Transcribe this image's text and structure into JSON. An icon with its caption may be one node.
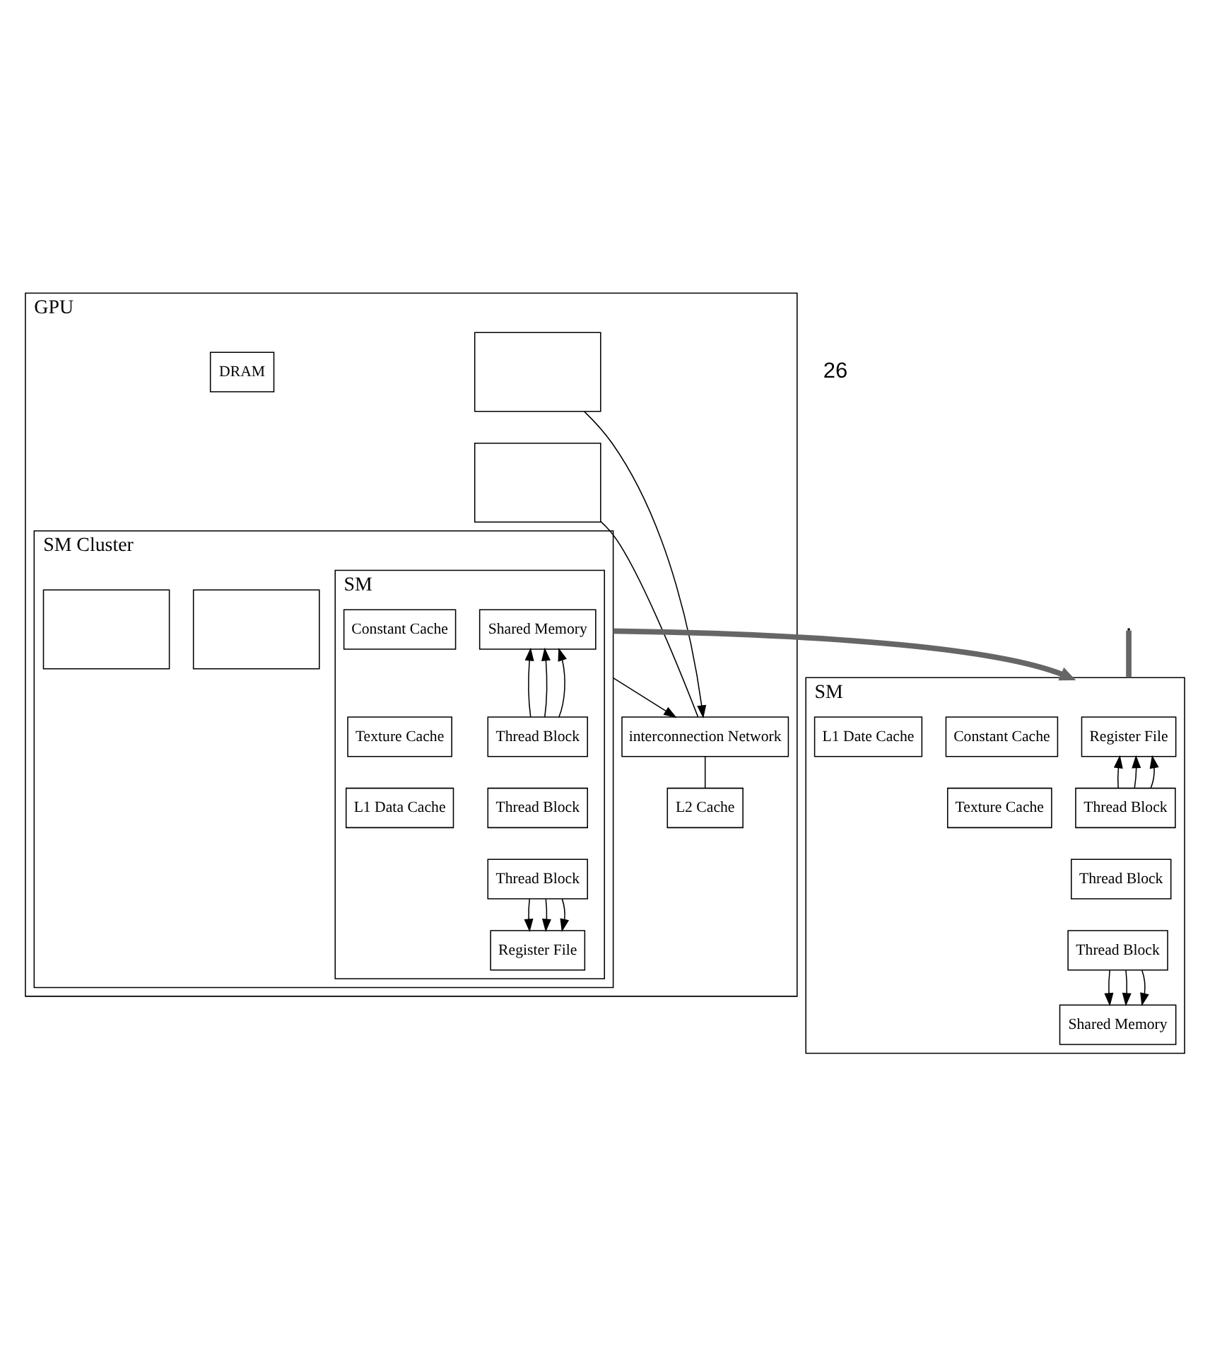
{
  "diagram": {
    "nodes": [
      {
        "text": [
          "GPU"
        ]
      },
      {
        "text": [],
        "shape": "box",
        "in": 0
      },
      {
        "text": [],
        "shape": "box",
        "in": 0
      },
      {
        "text": [
          "SM Cluster"
        ],
        "in": 0
      },
      {
        "text": [],
        "shape": "box",
        "in": 3
      },
      {
        "text": [],
        "shape": "box",
        "in": 3
      },
      {
        "text": [
          "SM"
        ],
        "in": 3
      },
      {
        "text": [
          "Shared Memory"
        ],
        "in": 6
      },
      {
        "text": [
          "Thread Block"
        ],
        "in": 6
      },
      {
        "text": [
          "Thread Block"
        ],
        "in": 6
      },
      {
        "text": [
          "Thread Block"
        ],
        "in": 6
      },
      {
        "text": [
          "Register File"
        ],
        "in": 6
      },
      {
        "text": [
          "Constant Cache"
        ],
        "in": 6
      },
      {
        "text": [
          "Texture Cache"
        ],
        "in": 6
      },
      {
        "text": [
          "L1 Data Cache"
        ],
        "in": 6
      },
      {
        "text": [
          "interconnection Network"
        ],
        "in": 0
      },
      {
        "text": [
          "L2 Cache"
        ],
        "in": 0
      },
      {
        "text": [
          "DRAM"
        ],
        "in": 0
      },
      {
        "text": [
          "SM"
        ]
      },
      {
        "text": [
          "Register File"
        ],
        "in": 18
      },
      {
        "text": [
          "Thread Block"
        ],
        "in": 18
      },
      {
        "text": [
          "Thread Block"
        ],
        "in": 18
      },
      {
        "text": [
          "Thread Block"
        ],
        "in": 18
      },
      {
        "text": [
          "Constant Cache"
        ],
        "in": 18
      },
      {
        "text": [
          "Texture Cache"
        ],
        "in": 18
      },
      {
        "text": [
          "Shared Memory"
        ],
        "in": 18
      },
      {
        "text": [
          "L1 Date Cache"
        ],
        "in": 18
      }
    ],
    "edges": [
      {
        "from": 8,
        "to": 7,
        "arrow": "to"
      },
      {
        "from": 8,
        "to": 7,
        "arrow": "to"
      },
      {
        "from": 8,
        "to": 7,
        "arrow": "to"
      },
      {
        "from": 10,
        "to": 11,
        "arrow": "to"
      },
      {
        "from": 10,
        "to": 11,
        "arrow": "to"
      },
      {
        "from": 10,
        "to": 11,
        "arrow": "to"
      },
      {
        "from": 1,
        "to": 15,
        "arrow": "to"
      },
      {
        "from": 2,
        "to": 15,
        "arrow": "none"
      },
      {
        "from": 3,
        "to": 15,
        "arrow": "to"
      },
      {
        "from": 15,
        "to": 16,
        "arrow": "none"
      },
      {
        "from": 3,
        "to": 18,
        "arrow": "to",
        "style": "thick",
        "color": "#666666"
      },
      {
        "from": 20,
        "to": 19,
        "arrow": "to"
      },
      {
        "from": 20,
        "to": 19,
        "arrow": "to"
      },
      {
        "from": 20,
        "to": 19,
        "arrow": "to"
      },
      {
        "from": 22,
        "to": 25,
        "arrow": "to"
      },
      {
        "from": 22,
        "to": 25,
        "arrow": "to"
      },
      {
        "from": 22,
        "to": 25,
        "arrow": "to"
      },
      {
        "from": null,
        "to": 18,
        "arrow": "none",
        "style": "thick",
        "color": "#666666"
      }
    ],
    "labels": [
      "26"
    ]
  }
}
